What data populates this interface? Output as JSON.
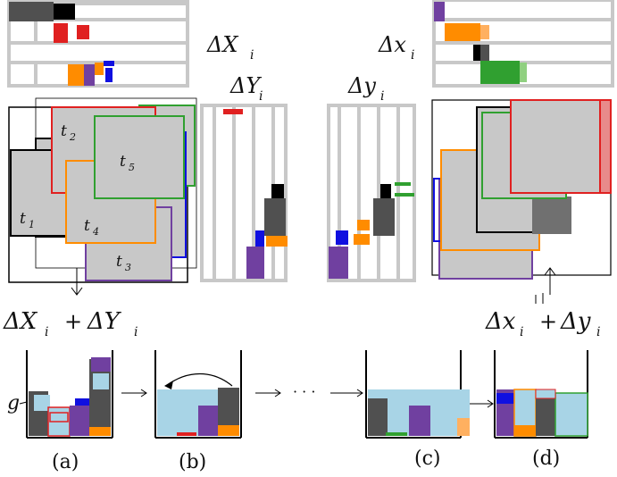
{
  "labels": {
    "dX": "ΔX",
    "dX_sub": "i",
    "dY": "ΔY",
    "dY_sub": "i",
    "dx": "Δx",
    "dx_sub": "i",
    "dy": "Δy",
    "dy_sub": "i",
    "sum_left_a": "ΔX",
    "sum_left_a_sub": "i",
    "sum_plus": "+",
    "sum_left_b": "ΔY",
    "sum_left_b_sub": "i",
    "sum_right_a": "Δx",
    "sum_right_a_sub": "i",
    "sum_right_b": "Δy",
    "sum_right_b_sub": "i",
    "g": "g",
    "dots": "· · ·",
    "t1": "t",
    "t1_sub": "1",
    "t2": "t",
    "t2_sub": "2",
    "t3": "t",
    "t3_sub": "3",
    "t4": "t",
    "t4_sub": "4",
    "t5": "t",
    "t5_sub": "5"
  },
  "panels": {
    "a": "(a)",
    "b": "(b)",
    "c": "(c)",
    "d": "(d)"
  },
  "colors": {
    "red": "#e02020",
    "orange": "#ff8c00",
    "purple": "#7040a0",
    "blue": "#1010e0",
    "green": "#30a030",
    "darkgray": "#505050",
    "black": "#000000",
    "lightblue": "#a8d4e6",
    "gray": "#c8c8c8",
    "frame": "#c8c8c8"
  }
}
